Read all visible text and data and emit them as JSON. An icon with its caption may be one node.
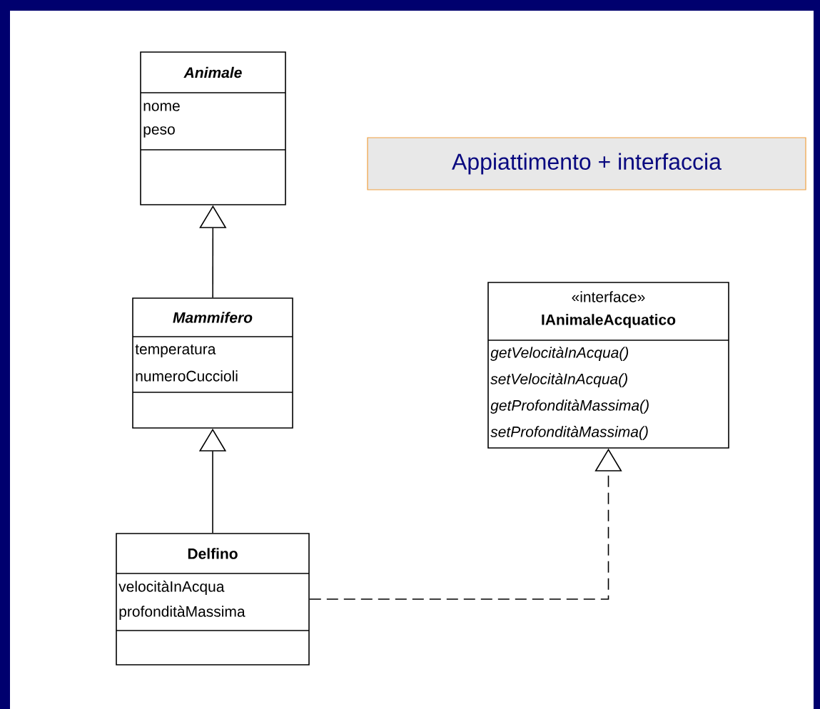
{
  "diagram": {
    "title": "Appiattimento + interfaccia",
    "nodes": [
      {
        "text": [
          "Animale",
          "nome",
          "peso"
        ]
      },
      {
        "text": [
          "Mammifero",
          "temperatura",
          "numeroCuccioli"
        ]
      },
      {
        "text": [
          "«interface»",
          "IAnimaleAcquatico",
          "getVelocitàInAcqua()",
          "setVelocitàInAcqua()",
          "getProfonditàMassima()",
          "setProfonditàMassima()"
        ]
      },
      {
        "text": [
          "Delfino",
          "velocitàInAcqua",
          "profonditàMassima"
        ]
      }
    ],
    "edges": [
      {
        "from": 1,
        "to": 0,
        "arrow": "to"
      },
      {
        "from": 3,
        "to": 1,
        "arrow": "to"
      },
      {
        "from": 3,
        "to": 2,
        "arrow": "to",
        "style": "dashed"
      }
    ]
  }
}
